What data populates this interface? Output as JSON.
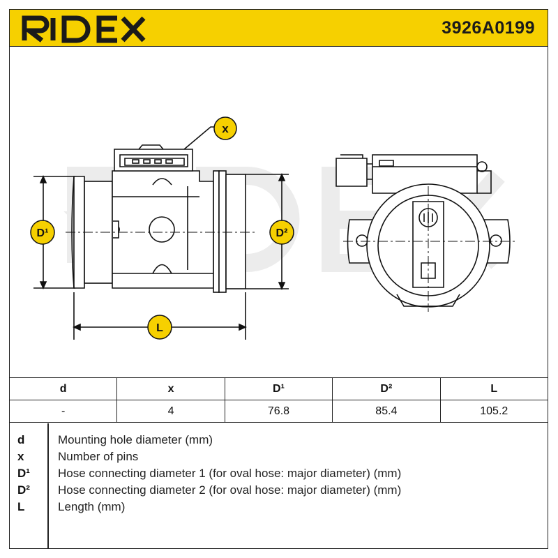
{
  "header": {
    "brand": "RIDEX",
    "part_number": "3926A0199",
    "background_color": "#f6d000"
  },
  "drawing": {
    "labels": {
      "x": "x",
      "d1": "D¹",
      "d2": "D²",
      "l": "L"
    },
    "watermark": "RIDEX"
  },
  "table": {
    "headers": [
      "d",
      "x",
      "D¹",
      "D²",
      "L"
    ],
    "values": [
      "-",
      "4",
      "76.8",
      "85.4",
      "105.2"
    ]
  },
  "legend": [
    {
      "key": "d",
      "text": "Mounting hole diameter (mm)"
    },
    {
      "key": "x",
      "text": "Number of pins"
    },
    {
      "key": "D¹",
      "text": "Hose connecting diameter 1 (for oval hose: major diameter) (mm)"
    },
    {
      "key": "D²",
      "text": "Hose connecting diameter 2 (for oval hose: major diameter) (mm)"
    },
    {
      "key": "L",
      "text": "Length (mm)"
    }
  ]
}
